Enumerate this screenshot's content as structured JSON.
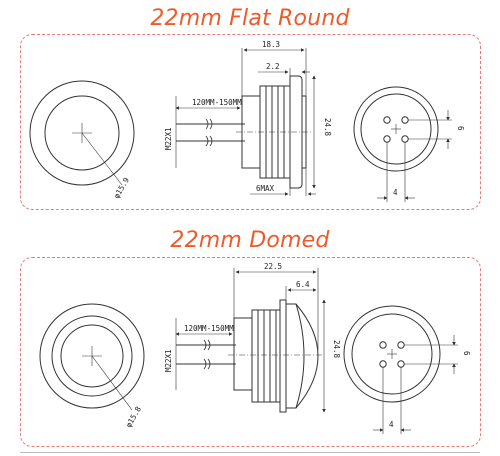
{
  "sections": [
    {
      "title": "22mm Flat Round",
      "dims": {
        "total_length": "18.3",
        "head_thickness": "2.2",
        "wire_length": "120MM-150MM",
        "thread": "M22X1",
        "head_height": "24.8",
        "max_thick": "6MAX",
        "front_diameter": "φ15.9",
        "pin_spacing_v": "6",
        "pin_spacing_h": "4"
      }
    },
    {
      "title": "22mm Domed",
      "dims": {
        "total_length": "22.5",
        "head_thickness": "6.4",
        "wire_length": "120MM-150MM",
        "thread": "M22X1",
        "head_height": "24.8",
        "front_diameter": "φ15.8",
        "pin_spacing_v": "6",
        "pin_spacing_h": "4"
      }
    }
  ],
  "colors": {
    "title": "#ee5a2a",
    "border": "#e77a7a",
    "line": "#333333"
  }
}
